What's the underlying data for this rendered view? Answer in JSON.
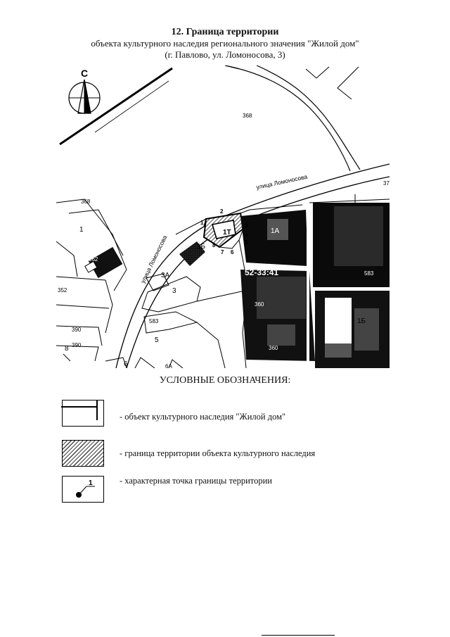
{
  "header": {
    "title": "12. Граница территории",
    "subtitle": "объекта культурного наследия регионального значения \"Жилой дом\"",
    "address": "(г. Павлово, ул. Ломоносова, 3)"
  },
  "map": {
    "north_label": "С",
    "street_label_1": "улица Ломоносова",
    "street_label_2": "улица Ломоносова",
    "cadastral_label": "52-33:41",
    "parcels": [
      "368",
      "368",
      "37",
      "1",
      "362",
      "352",
      "390",
      "390",
      "8",
      "3А",
      "3",
      "583",
      "5",
      "6",
      "6А",
      "1Б",
      "1А",
      "1Б",
      "1Т",
      "360",
      "360",
      "583"
    ],
    "points": [
      "1",
      "2",
      "3",
      "4",
      "5",
      "6",
      "7",
      "8"
    ]
  },
  "legend": {
    "title": "УСЛОВНЫЕ ОБОЗНАЧЕНИЯ:",
    "items": [
      {
        "label": "- объект культурного наследия \"Жилой дом\""
      },
      {
        "label": "- граница территории объекта культурного наследия"
      },
      {
        "label": "- характерная точка границы территории",
        "sample_number": "1"
      }
    ]
  }
}
